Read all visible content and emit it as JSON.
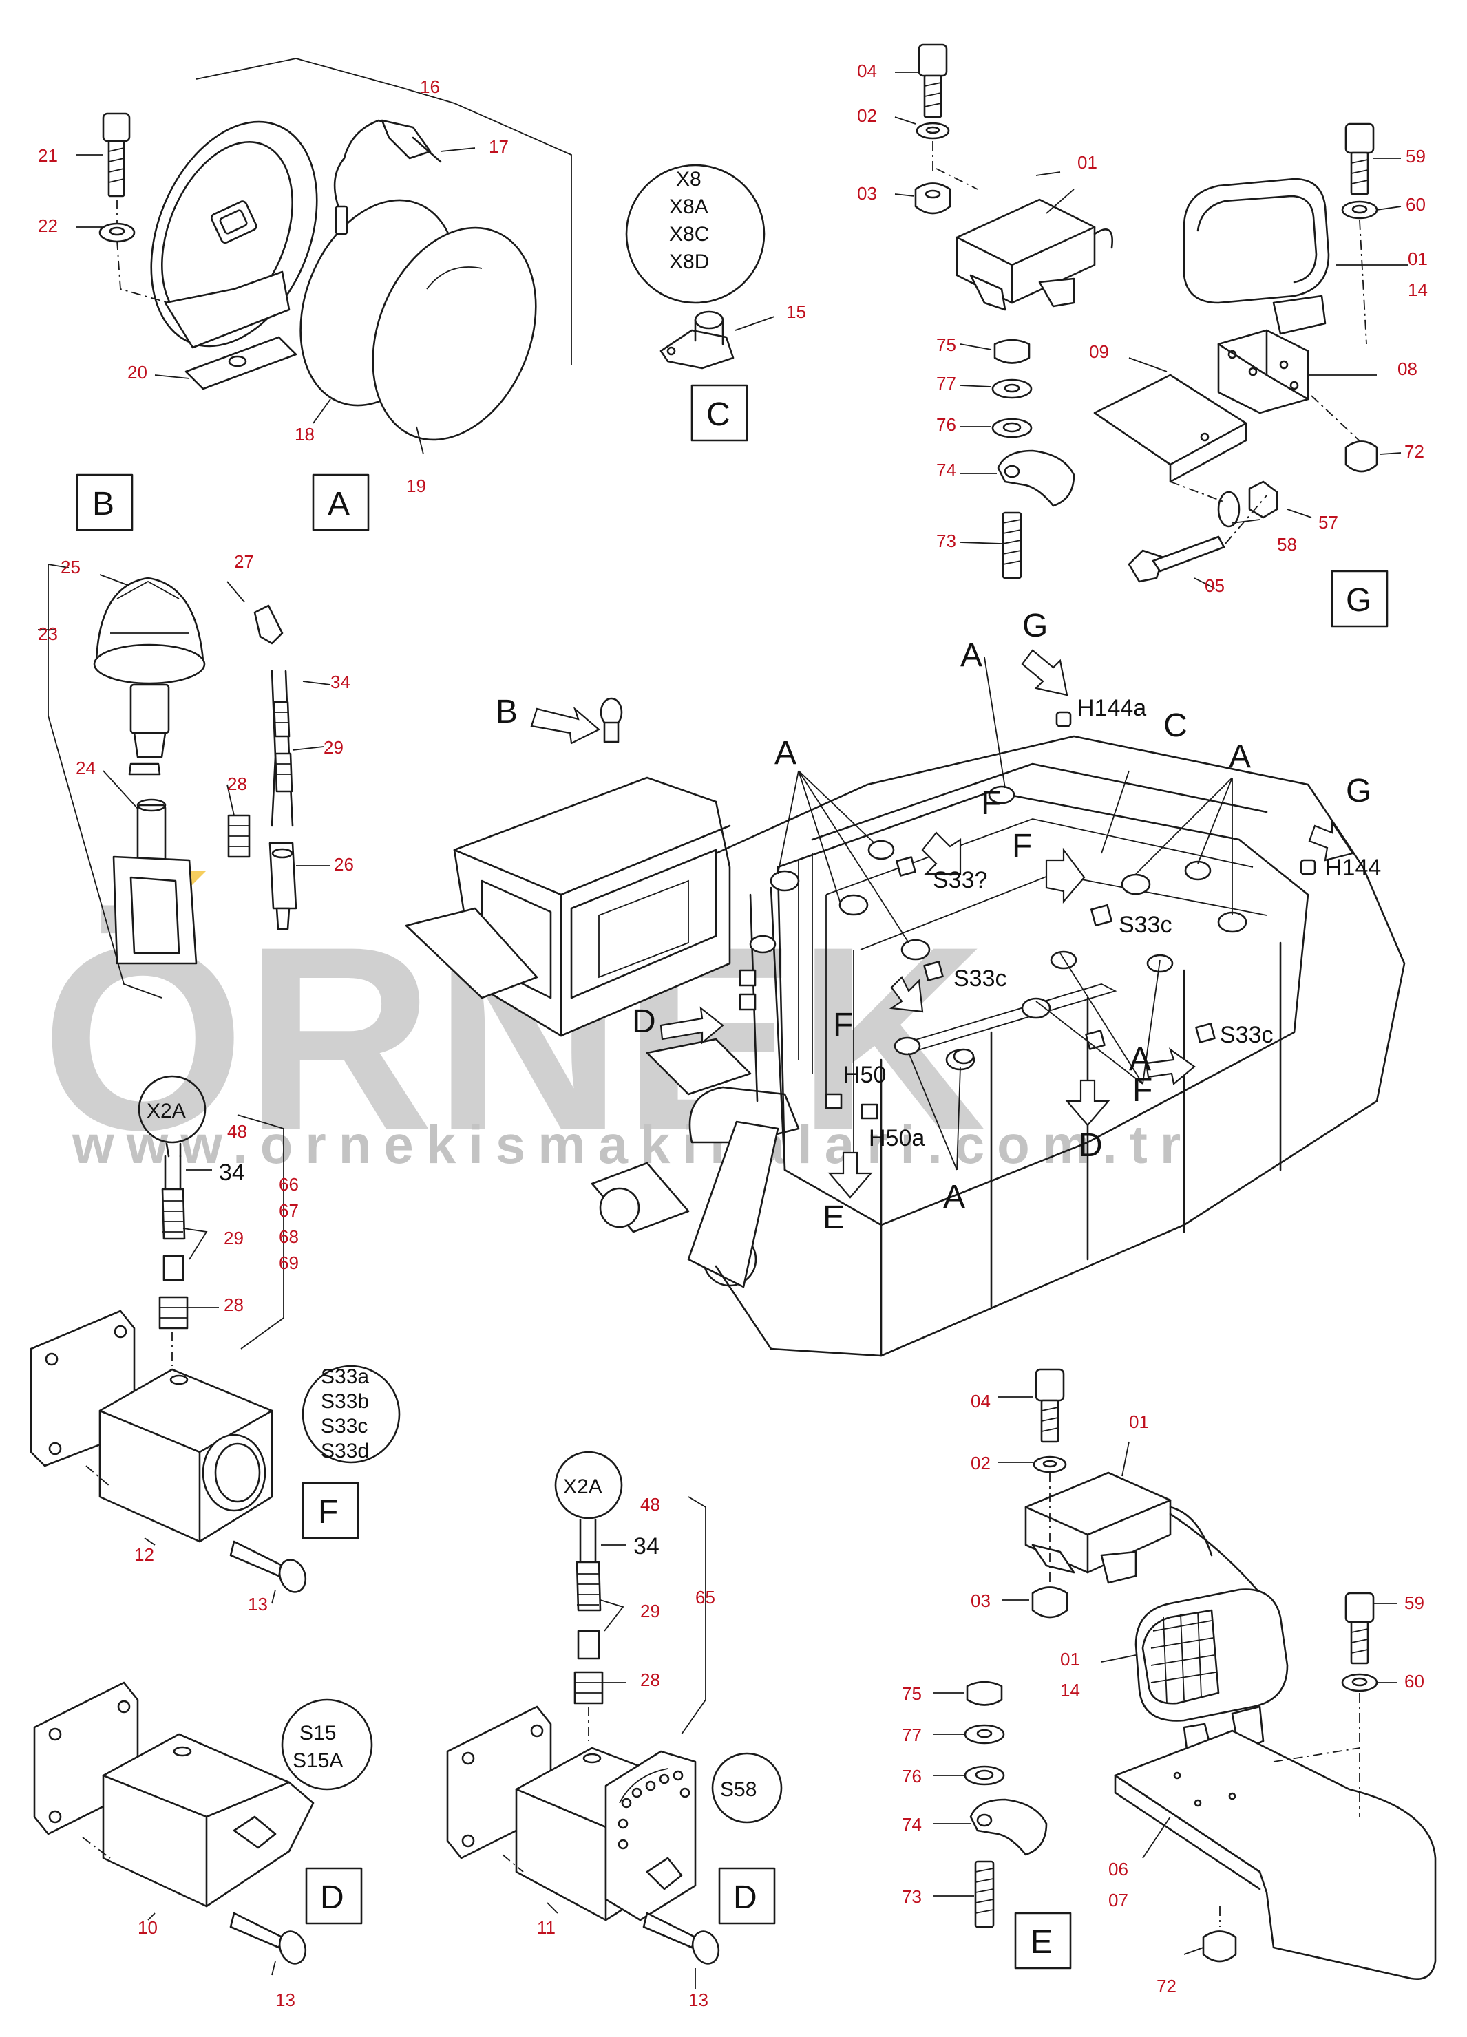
{
  "colors": {
    "part_number": "#c0101e",
    "line": "#1a1a1a",
    "watermark": "#c8c8c8",
    "watermark_accent": "#f4c542"
  },
  "watermark": {
    "logo": "ÖRNEK",
    "url": "www.ornekismakinalari.com.tr"
  },
  "view_labels": {
    "A": "A",
    "B": "B",
    "C": "C",
    "D": "D",
    "E": "E",
    "F": "F",
    "G": "G"
  },
  "circle_labels": {
    "connectors_c": [
      "X8",
      "X8A",
      "X8C",
      "X8D"
    ],
    "x2a_f": "X2A",
    "x2a_d": "X2A",
    "switches_f": [
      "S33a",
      "S33b",
      "S33c",
      "S33d"
    ],
    "switches_d1": [
      "S15",
      "S15A"
    ],
    "switch_d2": "S58"
  },
  "wire_numbers": {
    "f": "34",
    "d": "34"
  },
  "main_labels": {
    "H144a": "H144a",
    "H144": "H144",
    "S33q": "S33?",
    "S33c": "S33c",
    "H50": "H50",
    "H50a": "H50a"
  },
  "part_numbers": {
    "p16": "16",
    "p17": "17",
    "p21": "21",
    "p22": "22",
    "p20": "20",
    "p18": "18",
    "p19": "19",
    "p15": "15",
    "g04": "04",
    "g02": "02",
    "g03": "03",
    "g01": "01",
    "g59": "59",
    "g60": "60",
    "g01b": "01",
    "g14": "14",
    "g75": "75",
    "g77": "77",
    "g76": "76",
    "g74": "74",
    "g73": "73",
    "g09": "09",
    "g08": "08",
    "g72": "72",
    "g57": "57",
    "g58": "58",
    "g05": "05",
    "p27": "27",
    "p25": "25",
    "p23": "23",
    "p34": "34",
    "p29": "29",
    "p24": "24",
    "p28": "28",
    "p26": "26",
    "f48": "48",
    "f66": "66",
    "f67": "67",
    "f68": "68",
    "f69": "69",
    "f29": "29",
    "f28": "28",
    "f12": "12",
    "f13": "13",
    "d10": "10",
    "d13": "13",
    "d48": "48",
    "d65": "65",
    "d29": "29",
    "d28": "28",
    "d11": "11",
    "d13b": "13",
    "e04": "04",
    "e01": "01",
    "e02": "02",
    "e03": "03",
    "e59": "59",
    "e60": "60",
    "e01b": "01",
    "e14": "14",
    "e75": "75",
    "e77": "77",
    "e76": "76",
    "e74": "74",
    "e73": "73",
    "e06": "06",
    "e07": "07",
    "e72": "72"
  }
}
